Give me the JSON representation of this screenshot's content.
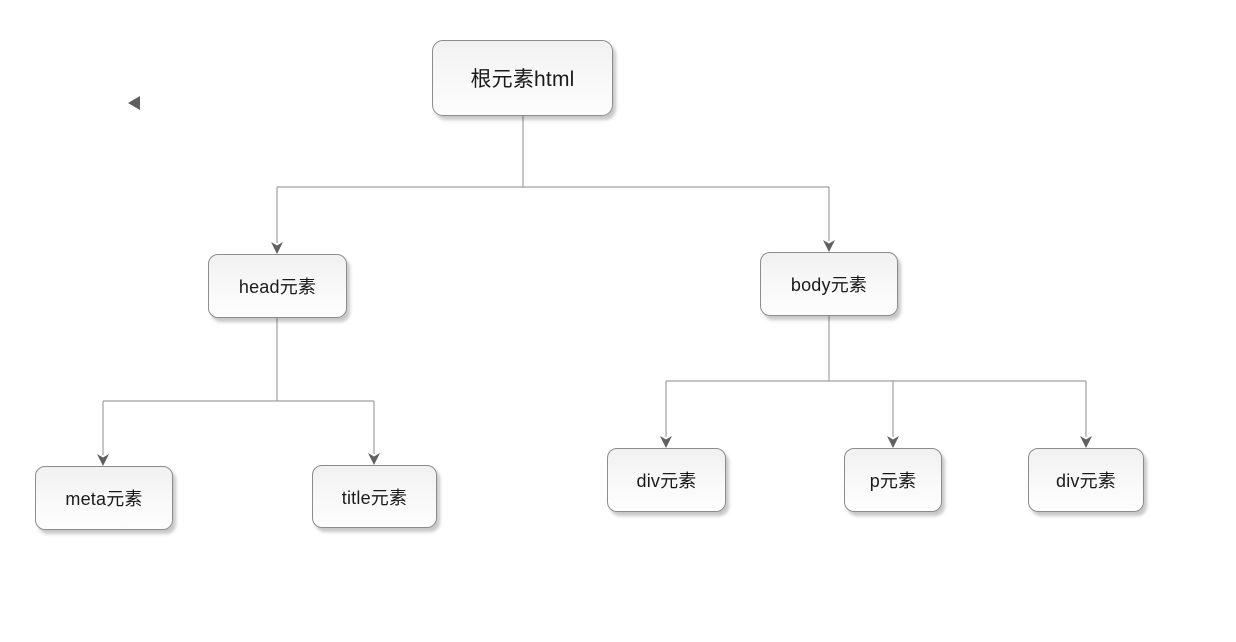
{
  "page": {
    "background": "#ffffff"
  },
  "nav": {
    "back_icon": "left-triangle"
  },
  "diagram": {
    "title_implied": "HTML DOM tree",
    "nodes": [
      {
        "id": "root",
        "label": "根元素html"
      },
      {
        "id": "head",
        "label": "head元素"
      },
      {
        "id": "body",
        "label": "body元素"
      },
      {
        "id": "meta",
        "label": "meta元素"
      },
      {
        "id": "title",
        "label": "title元素"
      },
      {
        "id": "div-1",
        "label": "div元素"
      },
      {
        "id": "p-1",
        "label": "p元素"
      },
      {
        "id": "div-2",
        "label": "div元素"
      }
    ],
    "edges": [
      {
        "from": "root",
        "to": "head"
      },
      {
        "from": "root",
        "to": "body"
      },
      {
        "from": "head",
        "to": "meta"
      },
      {
        "from": "head",
        "to": "title"
      },
      {
        "from": "body",
        "to": "div-1"
      },
      {
        "from": "body",
        "to": "p-1"
      },
      {
        "from": "body",
        "to": "div-2"
      }
    ],
    "colors": {
      "line": "#a0a0a0",
      "arrow": "#606060",
      "node_border": "#8c8c8c",
      "node_fill_top": "#f1f1f1",
      "node_fill_bottom": "#fdfdfd",
      "text": "#1a1a1a",
      "back_icon": "#5f5f5f"
    }
  }
}
